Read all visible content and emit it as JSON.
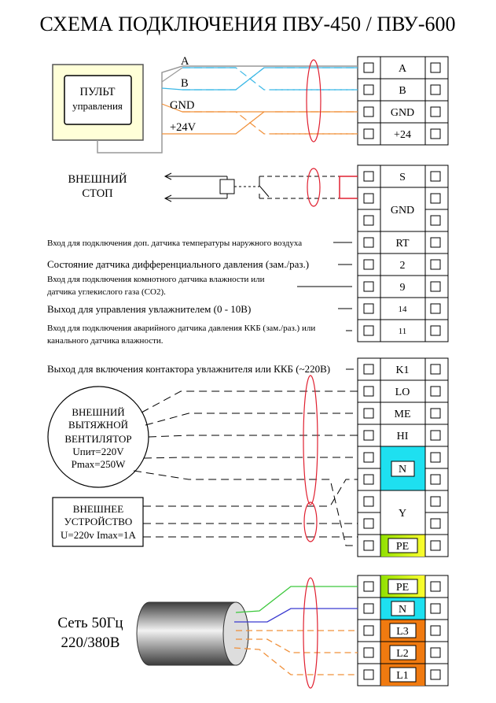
{
  "title": "СХЕМА ПОДКЛЮЧЕНИЯ ПВУ-450 / ПВУ-600",
  "colors": {
    "blue_wire": "#3cb8e6",
    "orange_wire": "#f0903a",
    "green_wire": "#3cc83c",
    "violet_wire": "#3a3ad0",
    "panel_fill": "#ffffd8",
    "ring": "#e02030",
    "cyan": "#1ee0f0",
    "pe_gradient": [
      "#8fe000",
      "#ffff30"
    ],
    "orange_fill": "#f07a10"
  },
  "remote": {
    "label_line1": "ПУЛЬТ",
    "label_line2": "управления",
    "wires": {
      "a": "A",
      "b": "B",
      "gnd": "GND",
      "v24": "+24V"
    }
  },
  "stop": {
    "line1": "ВНЕШНИЙ",
    "line2": "СТОП"
  },
  "descriptions": {
    "rt": "Вход для подключения доп. датчика температуры наружного воздуха",
    "pressure": "Состояние датчика дифференциального давления (зам./раз.)",
    "humidity_line1": "Вход для подключения комнотного датчика влажности  или",
    "humidity_line2": "датчика углекислого газа (СО2).",
    "humidifier": "Выход   для   управления   увлажнителем      (0 - 10В)",
    "alarm_line1": "Вход для подключения аварийного датчика давления ККБ (зам./раз.) или",
    "alarm_line2": "канального датчика влажности.",
    "contactor": "Выход для включения контактора увлажнителя или ККБ (~220В)"
  },
  "fan": {
    "line1": "ВНЕШНИЙ",
    "line2": "ВЫТЯЖНОЙ",
    "line3": "ВЕНТИЛЯТОР",
    "line4": "Uпит=220V",
    "line5": "Pmax=250W"
  },
  "device": {
    "line1": "ВНЕШНЕЕ",
    "line2": "УСТРОЙСТВО",
    "line3": "U=220v Imax=1A"
  },
  "mains": {
    "line1": "Сеть 50Гц",
    "line2": "220/380В"
  },
  "terminals": {
    "a": "A",
    "b": "B",
    "gnd": "GND",
    "v24": "+24",
    "s": "S",
    "gnd2": "GND",
    "rt": "RT",
    "t2": "2",
    "t9": "9",
    "t14": "14",
    "t11": "11",
    "k1": "K1",
    "lo": "LO",
    "me": "ME",
    "hi": "HI",
    "n": "N",
    "y": "Y",
    "pe": "PE",
    "pe2": "PE",
    "n2": "N",
    "l3": "L3",
    "l2": "L2",
    "l1": "L1"
  }
}
